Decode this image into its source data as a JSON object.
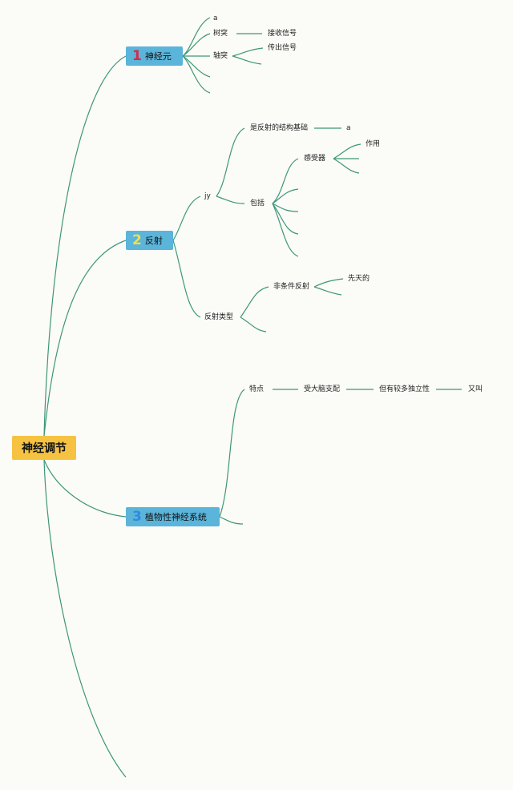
{
  "root": {
    "label": "神经调节"
  },
  "topics": [
    {
      "num": "1",
      "num_color": "#d62b4b",
      "label": "神经元"
    },
    {
      "num": "2",
      "num_color": "#f0e04a",
      "label": "反射"
    },
    {
      "num": "3",
      "num_color": "#2f8be0",
      "label": "植物性神经系统"
    }
  ],
  "neuron": {
    "item_a": "a",
    "dendrite": "树突",
    "dendrite_child": "接收信号",
    "axon": "轴突",
    "axon_child": "传出信号"
  },
  "reflex": {
    "jy": "jy",
    "basis": "是反射的结构基础",
    "basis_child": "a",
    "includes": "包括",
    "receptor": "感受器",
    "receptor_child": "作用",
    "types": "反射类型",
    "unconditioned": "非条件反射",
    "unconditioned_child": "先天的"
  },
  "autonomic": {
    "feature": "特点",
    "f1": "受大脑支配",
    "f2": "但有较多独立性",
    "f3": "又叫"
  },
  "colors": {
    "line": "#3e9678",
    "root": "#f5c242",
    "topic": "#5bb4d9",
    "background": "#fbfbf8"
  }
}
